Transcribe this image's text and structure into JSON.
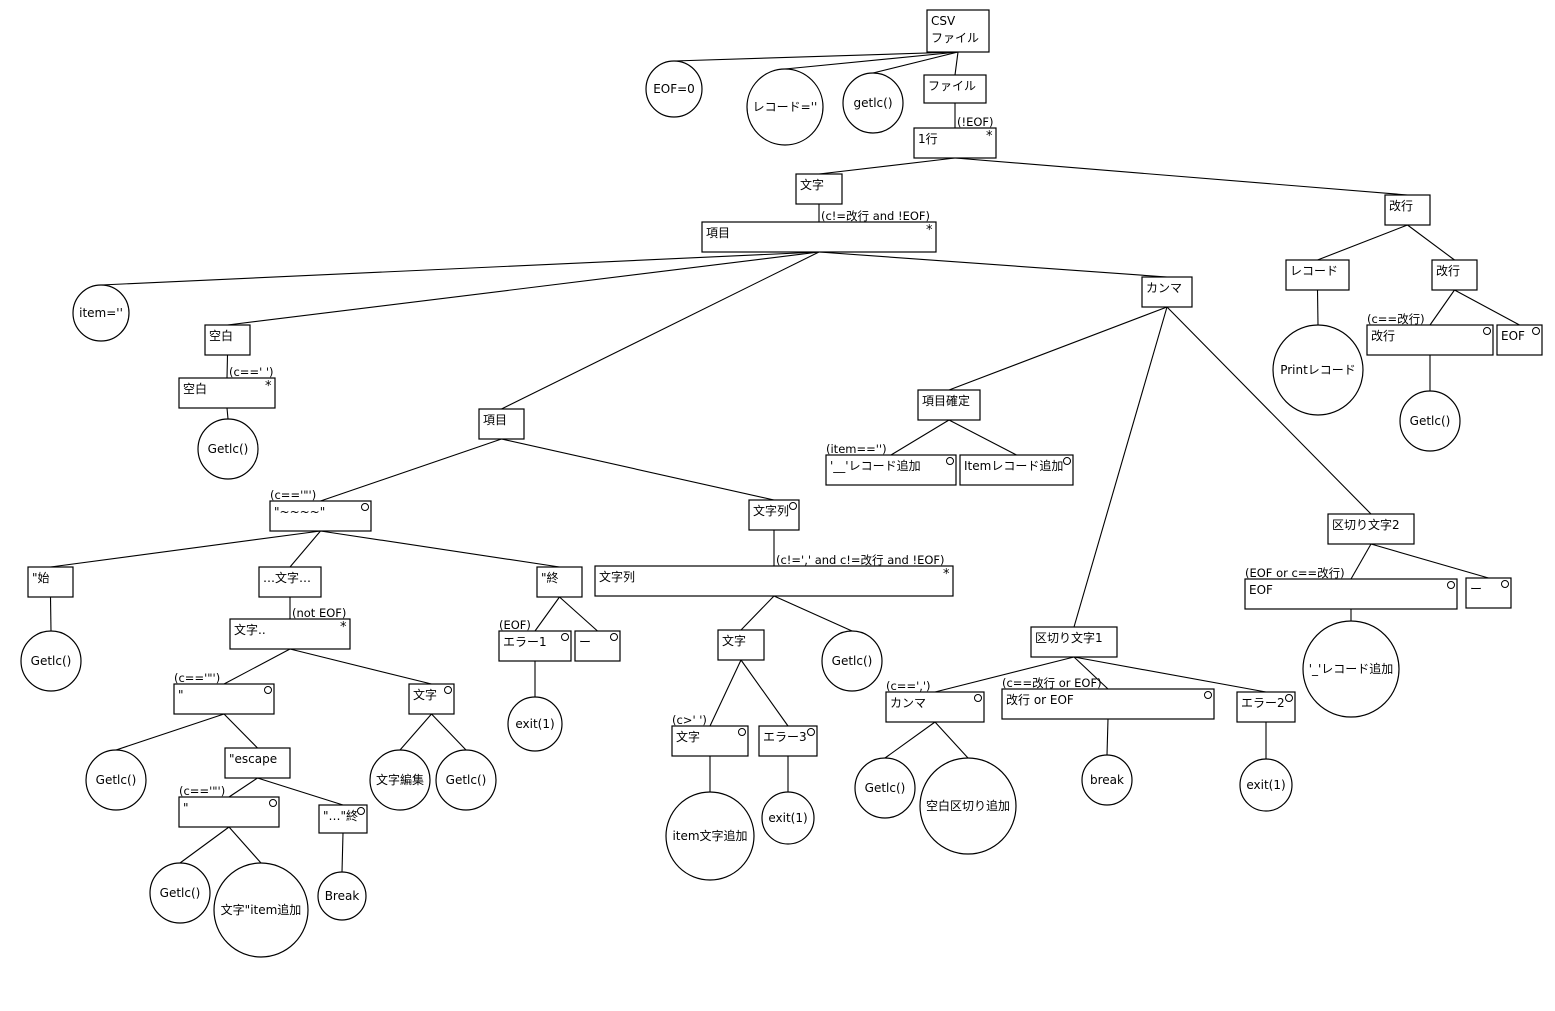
{
  "diagram": {
    "title": "CSVファイル",
    "legend_marks": {
      "iteration": "*",
      "selection": "○"
    },
    "nodes": [
      {
        "id": "csv",
        "label": "CSV\nファイル",
        "shape": "rect"
      },
      {
        "id": "eof0",
        "label": "EOF=0",
        "shape": "circle"
      },
      {
        "id": "rec_init",
        "label": "レコード=''",
        "shape": "circle"
      },
      {
        "id": "getlc_top",
        "label": "getlc()",
        "shape": "circle"
      },
      {
        "id": "file",
        "label": "ファイル",
        "shape": "rect"
      },
      {
        "id": "line",
        "label": "1行",
        "shape": "rect",
        "mark": "iteration",
        "condition": "(!EOF)"
      },
      {
        "id": "moji",
        "label": "文字",
        "shape": "rect"
      },
      {
        "id": "kaigyo",
        "label": "改行",
        "shape": "rect"
      },
      {
        "id": "koumoku_loop",
        "label": "項目",
        "shape": "rect",
        "mark": "iteration",
        "condition": "(c!=改行 and !EOF)"
      },
      {
        "id": "item_init",
        "label": "item=''",
        "shape": "circle"
      },
      {
        "id": "kuhaku",
        "label": "空白",
        "shape": "rect"
      },
      {
        "id": "kuhaku_loop",
        "label": "空白",
        "shape": "rect",
        "mark": "iteration",
        "condition": "(c==' ')"
      },
      {
        "id": "getlc_kuhaku",
        "label": "Getlc()",
        "shape": "circle"
      },
      {
        "id": "koumoku",
        "label": "項目",
        "shape": "rect"
      },
      {
        "id": "quoted",
        "label": "\"~~~~\"",
        "shape": "rect",
        "mark": "selection",
        "condition": "(c=='\"')"
      },
      {
        "id": "q_start",
        "label": "\"始",
        "shape": "rect"
      },
      {
        "id": "getlc_qstart",
        "label": "Getlc()",
        "shape": "circle"
      },
      {
        "id": "q_body",
        "label": "…文字…",
        "shape": "rect"
      },
      {
        "id": "q_body_loop",
        "label": "文字..",
        "shape": "rect",
        "mark": "iteration",
        "condition": "(not EOF)"
      },
      {
        "id": "q_dq",
        "label": "\"",
        "shape": "rect",
        "mark": "selection",
        "condition": "(c=='\"')"
      },
      {
        "id": "getlc_dq",
        "label": "Getlc()",
        "shape": "circle"
      },
      {
        "id": "escape",
        "label": "\"escape",
        "shape": "rect"
      },
      {
        "id": "esc_dq",
        "label": "\"",
        "shape": "rect",
        "mark": "selection",
        "condition": "(c=='\"')"
      },
      {
        "id": "getlc_esc",
        "label": "Getlc()",
        "shape": "circle"
      },
      {
        "id": "add_dq_item",
        "label": "文字\"item追加",
        "shape": "circle"
      },
      {
        "id": "q_end_inner",
        "label": "\"…\"終",
        "shape": "rect",
        "mark": "selection"
      },
      {
        "id": "break_q",
        "label": "Break",
        "shape": "circle"
      },
      {
        "id": "q_char",
        "label": "文字",
        "shape": "rect",
        "mark": "selection"
      },
      {
        "id": "char_edit",
        "label": "文字編集",
        "shape": "circle"
      },
      {
        "id": "getlc_qchar",
        "label": "Getlc()",
        "shape": "circle"
      },
      {
        "id": "q_end",
        "label": "\"終",
        "shape": "rect"
      },
      {
        "id": "err1",
        "label": "エラー1",
        "shape": "rect",
        "mark": "selection",
        "condition": "(EOF)"
      },
      {
        "id": "exit1_a",
        "label": "exit(1)",
        "shape": "circle"
      },
      {
        "id": "q_end_none",
        "label": "ー",
        "shape": "rect",
        "mark": "selection"
      },
      {
        "id": "str",
        "label": "文字列",
        "shape": "rect",
        "mark": "selection"
      },
      {
        "id": "str_loop",
        "label": "文字列",
        "shape": "rect",
        "mark": "iteration",
        "condition": "(c!=',' and c!=改行 and !EOF)"
      },
      {
        "id": "str_char",
        "label": "文字",
        "shape": "rect"
      },
      {
        "id": "getlc_str",
        "label": "Getlc()",
        "shape": "circle"
      },
      {
        "id": "str_char_ok",
        "label": "文字",
        "shape": "rect",
        "mark": "selection",
        "condition": "(c>' ')"
      },
      {
        "id": "item_add_char",
        "label": "item文字追加",
        "shape": "circle"
      },
      {
        "id": "err3",
        "label": "エラー3",
        "shape": "rect",
        "mark": "selection"
      },
      {
        "id": "exit1_c",
        "label": "exit(1)",
        "shape": "circle"
      },
      {
        "id": "comma",
        "label": "カンマ",
        "shape": "rect"
      },
      {
        "id": "commit",
        "label": "項目確定",
        "shape": "rect"
      },
      {
        "id": "add_empty_rec",
        "label": "'__'レコード追加",
        "shape": "rect",
        "mark": "selection",
        "condition": "(item=='')"
      },
      {
        "id": "add_item_rec",
        "label": "Itemレコード追加",
        "shape": "rect",
        "mark": "selection"
      },
      {
        "id": "delim1",
        "label": "区切り文字1",
        "shape": "rect"
      },
      {
        "id": "d1_comma",
        "label": "カンマ",
        "shape": "rect",
        "mark": "selection",
        "condition": "(c==',')"
      },
      {
        "id": "getlc_d1",
        "label": "Getlc()",
        "shape": "circle"
      },
      {
        "id": "add_blank_delim",
        "label": "空白区切り追加",
        "shape": "circle"
      },
      {
        "id": "d1_nl_eof",
        "label": "改行 or  EOF",
        "shape": "rect",
        "mark": "selection",
        "condition": "(c==改行 or EOF)"
      },
      {
        "id": "break_d1",
        "label": "break",
        "shape": "circle"
      },
      {
        "id": "err2",
        "label": "エラー2",
        "shape": "rect",
        "mark": "selection"
      },
      {
        "id": "exit1_b",
        "label": "exit(1)",
        "shape": "circle"
      },
      {
        "id": "delim2",
        "label": "区切り文字2",
        "shape": "rect"
      },
      {
        "id": "d2_eof",
        "label": "EOF",
        "shape": "rect",
        "mark": "selection",
        "condition": "(EOF or c==改行)"
      },
      {
        "id": "add_rec_sep",
        "label": "'_'レコード追加",
        "shape": "circle"
      },
      {
        "id": "d2_none",
        "label": "ー",
        "shape": "rect",
        "mark": "selection"
      },
      {
        "id": "nl_record",
        "label": "レコード",
        "shape": "rect"
      },
      {
        "id": "print_rec",
        "label": "Printレコード",
        "shape": "circle"
      },
      {
        "id": "nl_sel",
        "label": "改行",
        "shape": "rect"
      },
      {
        "id": "nl_nl",
        "label": "改行",
        "shape": "rect",
        "mark": "selection",
        "condition": "(c==改行)"
      },
      {
        "id": "getlc_nl",
        "label": "Getlc()",
        "shape": "circle"
      },
      {
        "id": "nl_eof",
        "label": "EOF",
        "shape": "rect",
        "mark": "selection"
      }
    ],
    "edges": [
      [
        "csv",
        "eof0"
      ],
      [
        "csv",
        "rec_init"
      ],
      [
        "csv",
        "getlc_top"
      ],
      [
        "csv",
        "file"
      ],
      [
        "file",
        "line"
      ],
      [
        "line",
        "moji"
      ],
      [
        "line",
        "kaigyo"
      ],
      [
        "moji",
        "koumoku_loop"
      ],
      [
        "koumoku_loop",
        "item_init"
      ],
      [
        "koumoku_loop",
        "kuhaku"
      ],
      [
        "koumoku_loop",
        "koumoku"
      ],
      [
        "koumoku_loop",
        "comma"
      ],
      [
        "kuhaku",
        "kuhaku_loop"
      ],
      [
        "kuhaku_loop",
        "getlc_kuhaku"
      ],
      [
        "koumoku",
        "quoted"
      ],
      [
        "koumoku",
        "str"
      ],
      [
        "quoted",
        "q_start"
      ],
      [
        "quoted",
        "q_body"
      ],
      [
        "quoted",
        "q_end"
      ],
      [
        "q_start",
        "getlc_qstart"
      ],
      [
        "q_body",
        "q_body_loop"
      ],
      [
        "q_body_loop",
        "q_dq"
      ],
      [
        "q_body_loop",
        "q_char"
      ],
      [
        "q_dq",
        "getlc_dq"
      ],
      [
        "q_dq",
        "escape"
      ],
      [
        "escape",
        "esc_dq"
      ],
      [
        "escape",
        "q_end_inner"
      ],
      [
        "esc_dq",
        "getlc_esc"
      ],
      [
        "esc_dq",
        "add_dq_item"
      ],
      [
        "q_end_inner",
        "break_q"
      ],
      [
        "q_char",
        "char_edit"
      ],
      [
        "q_char",
        "getlc_qchar"
      ],
      [
        "q_end",
        "err1"
      ],
      [
        "q_end",
        "q_end_none"
      ],
      [
        "err1",
        "exit1_a"
      ],
      [
        "str",
        "str_loop"
      ],
      [
        "str_loop",
        "str_char"
      ],
      [
        "str_loop",
        "getlc_str"
      ],
      [
        "str_char",
        "str_char_ok"
      ],
      [
        "str_char",
        "err3"
      ],
      [
        "str_char_ok",
        "item_add_char"
      ],
      [
        "err3",
        "exit1_c"
      ],
      [
        "comma",
        "commit"
      ],
      [
        "comma",
        "delim1"
      ],
      [
        "comma",
        "delim2"
      ],
      [
        "commit",
        "add_empty_rec"
      ],
      [
        "commit",
        "add_item_rec"
      ],
      [
        "delim1",
        "d1_comma"
      ],
      [
        "delim1",
        "d1_nl_eof"
      ],
      [
        "delim1",
        "err2"
      ],
      [
        "d1_comma",
        "getlc_d1"
      ],
      [
        "d1_comma",
        "add_blank_delim"
      ],
      [
        "d1_nl_eof",
        "break_d1"
      ],
      [
        "err2",
        "exit1_b"
      ],
      [
        "delim2",
        "d2_eof"
      ],
      [
        "delim2",
        "d2_none"
      ],
      [
        "d2_eof",
        "add_rec_sep"
      ],
      [
        "kaigyo",
        "nl_record"
      ],
      [
        "kaigyo",
        "nl_sel"
      ],
      [
        "nl_record",
        "print_rec"
      ],
      [
        "nl_sel",
        "nl_nl"
      ],
      [
        "nl_sel",
        "nl_eof"
      ],
      [
        "nl_nl",
        "getlc_nl"
      ]
    ]
  }
}
